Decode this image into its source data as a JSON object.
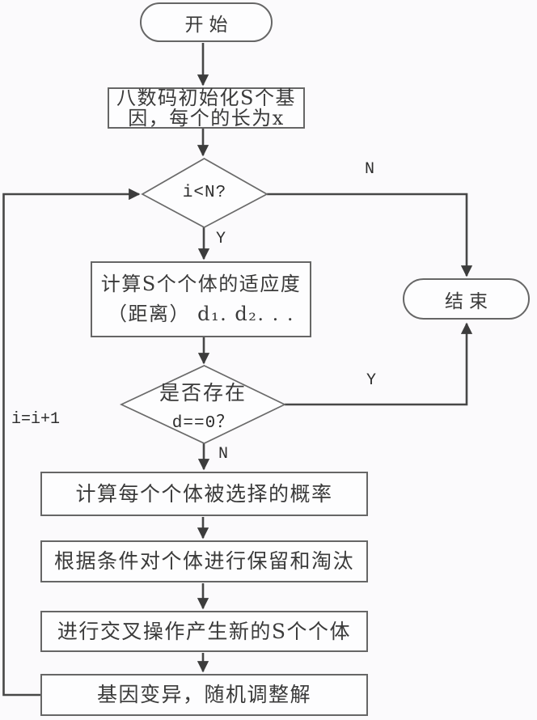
{
  "nodes": {
    "start": {
      "label": "开始"
    },
    "init": {
      "line1": "八数码初始化S个基",
      "line2": "因，每个的长为x"
    },
    "loop_check": {
      "label": "i<N?"
    },
    "fitness": {
      "line1": "计算S个个体的适应度",
      "line2": "（距离） d₁. d₂. . ."
    },
    "zero_check": {
      "line1": "是否存在",
      "line2": "d==0？"
    },
    "select_prob": {
      "label": "计算每个个体被选择的概率"
    },
    "keep_discard": {
      "label": "根据条件对个体进行保留和淘汰"
    },
    "crossover": {
      "label": "进行交叉操作产生新的S个个体"
    },
    "mutation": {
      "label": "基因变异，随机调整解"
    },
    "end": {
      "label": "结束"
    }
  },
  "edge_labels": {
    "loop_false": "N",
    "loop_true": "Y",
    "found_true": "Y",
    "found_false": "N",
    "increment": "i=i+1"
  },
  "colors": {
    "background": "#fbfafc",
    "node_fill": "#fdfdfe",
    "node_border": "#666666",
    "connector": "#474747",
    "arrowhead": "#3c3c3c",
    "text": "#3a3a3a"
  }
}
